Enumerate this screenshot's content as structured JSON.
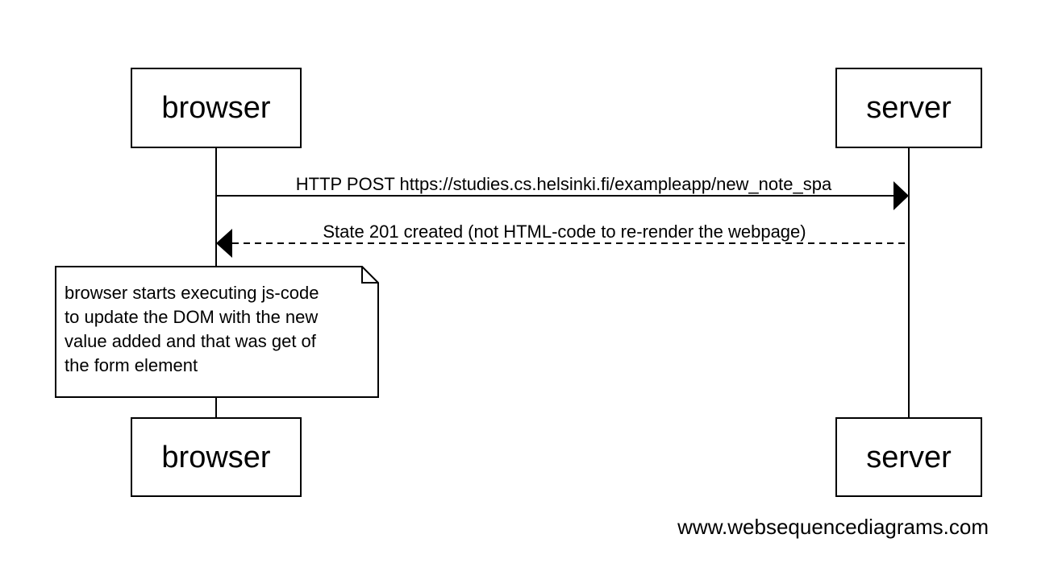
{
  "diagram": {
    "participants": [
      {
        "id": "browser",
        "label": "browser"
      },
      {
        "id": "server",
        "label": "server"
      }
    ],
    "messages": [
      {
        "from": "browser",
        "to": "server",
        "style": "solid",
        "label": "HTTP POST https://studies.cs.helsinki.fi/exampleapp/new_note_spa"
      },
      {
        "from": "server",
        "to": "browser",
        "style": "dashed",
        "label": "State 201 created (not HTML-code to re-render the webpage)"
      }
    ],
    "note": {
      "over": "browser",
      "lines": [
        "browser starts executing js-code",
        "to update the DOM with the new",
        "value added and that was get of",
        "the form element"
      ]
    },
    "watermark": "www.websequencediagrams.com"
  }
}
